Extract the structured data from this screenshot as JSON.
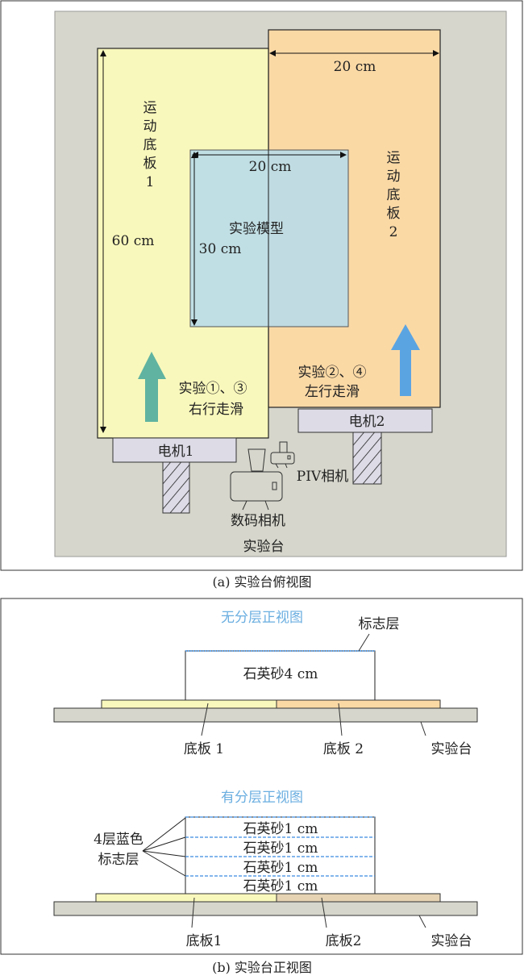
{
  "panel_a": {
    "caption": "(a) 实验台俯视图",
    "board1_chars": [
      "运",
      "动",
      "底",
      "板",
      "1"
    ],
    "board2_chars": [
      "运",
      "动",
      "底",
      "板",
      "2"
    ],
    "dim_board_width": "20 cm",
    "dim_board_length": "60 cm",
    "dim_model_width": "20 cm",
    "dim_model_length": "30 cm",
    "model_label": "实验模型",
    "exp13_line1": "实验①、③",
    "exp13_line2": "右行走滑",
    "exp24_line1": "实验②、④",
    "exp24_line2": "左行走滑",
    "motor1": "电机1",
    "motor2": "电机2",
    "piv_camera": "PIV相机",
    "digital_camera": "数码相机",
    "table": "实验台",
    "colors": {
      "stage": "#d6d6cc",
      "board1": "#f9f8bc",
      "board2": "#fbd9a5",
      "model": "#b9dbe9",
      "arrow1": "#5fb3a0",
      "arrow2": "#5ba4e2",
      "motor": "#dcdbe6"
    }
  },
  "panel_b": {
    "caption": "(b) 实验台正视图",
    "top": {
      "title": "无分层正视图",
      "marker_label": "标志层",
      "sand_label": "石英砂4 cm",
      "board1": "底板 1",
      "board2": "底板 2",
      "table": "实验台"
    },
    "bottom": {
      "title": "有分层正视图",
      "marker_label_line1": "4层蓝色",
      "marker_label_line2": "标志层",
      "layers": [
        "石英砂1 cm",
        "石英砂1 cm",
        "石英砂1 cm",
        "石英砂1 cm"
      ],
      "board1": "底板1",
      "board2": "底板2",
      "table": "实验台"
    }
  }
}
